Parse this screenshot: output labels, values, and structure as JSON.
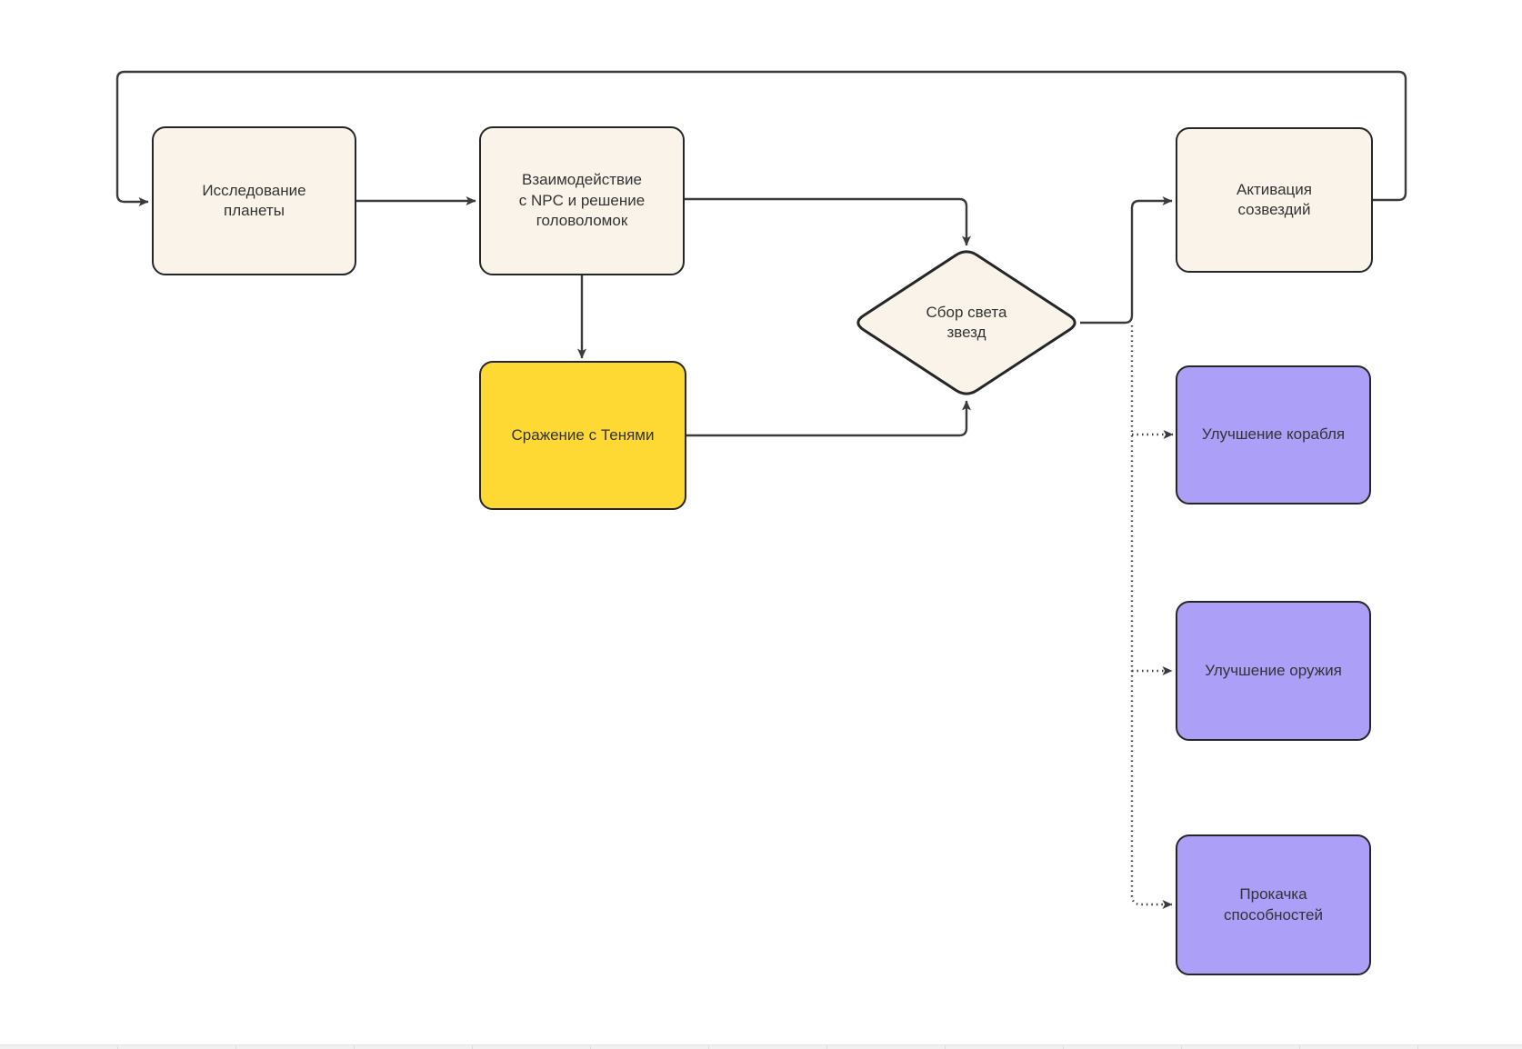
{
  "diagram": {
    "type": "flowchart",
    "background": "#FFFFFF",
    "colors": {
      "node_fill_cream": "#F9F3E9",
      "node_fill_yellow": "#FFD933",
      "node_fill_purple": "#AB9FF8",
      "node_border": "#262626",
      "edge_stroke": "#3B3B3B",
      "text": "#333333",
      "footer_strip": "#F1F1F1"
    },
    "nodes": {
      "explore": {
        "label": "Исследование\nпланеты",
        "shape": "rectangle",
        "fill": "#F9F3E9"
      },
      "npc": {
        "label": "Взаимодействие\nс NPC и решение\nголоволомок",
        "shape": "rectangle",
        "fill": "#F9F3E9"
      },
      "battle": {
        "label": "Сражение с Тенями",
        "shape": "rectangle",
        "fill": "#FFD933"
      },
      "collect": {
        "label": "Сбор света\nзвезд",
        "shape": "diamond",
        "fill": "#F9F3E9"
      },
      "constellation": {
        "label": "Активация\nсозвездий",
        "shape": "rectangle",
        "fill": "#F9F3E9"
      },
      "ship": {
        "label": "Улучшение корабля",
        "shape": "rectangle",
        "fill": "#AB9FF8"
      },
      "weapon": {
        "label": "Улучшение оружия",
        "shape": "rectangle",
        "fill": "#AB9FF8"
      },
      "ability": {
        "label": "Прокачка\nспособностей",
        "shape": "rectangle",
        "fill": "#AB9FF8"
      }
    },
    "edges": [
      {
        "from": "explore",
        "to": "npc",
        "style": "solid",
        "arrow": true
      },
      {
        "from": "npc",
        "to": "battle",
        "style": "solid",
        "arrow": true
      },
      {
        "from": "npc",
        "to": "collect",
        "style": "solid",
        "arrow": true
      },
      {
        "from": "battle",
        "to": "collect",
        "style": "solid",
        "arrow": true
      },
      {
        "from": "collect",
        "to": "constellation",
        "style": "solid",
        "arrow": true
      },
      {
        "from": "constellation",
        "to": "explore",
        "style": "solid",
        "arrow": true
      },
      {
        "from": "collect",
        "to": "ship",
        "style": "dotted",
        "arrow": true
      },
      {
        "from": "collect",
        "to": "weapon",
        "style": "dotted",
        "arrow": true
      },
      {
        "from": "collect",
        "to": "ability",
        "style": "dotted",
        "arrow": true
      }
    ]
  }
}
